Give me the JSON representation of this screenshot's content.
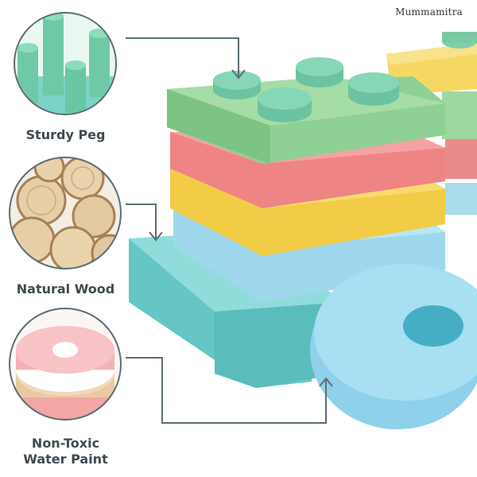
{
  "brand": {
    "name": "Mummamitra"
  },
  "features": [
    {
      "label": "Sturdy Peg",
      "icon": "peg-closeup-image"
    },
    {
      "label": "Natural Wood",
      "icon": "wood-logs-image"
    },
    {
      "label_line1": "Non-Toxic",
      "label_line2": "Water Paint",
      "icon": "painted-ring-image"
    }
  ],
  "colors": {
    "green": "#9ed9a3",
    "pink": "#ef8d8d",
    "yellow": "#f6d86a",
    "blue": "#a9dff0",
    "teal": "#7fd3d3",
    "callout_stroke": "#5b6e74"
  }
}
